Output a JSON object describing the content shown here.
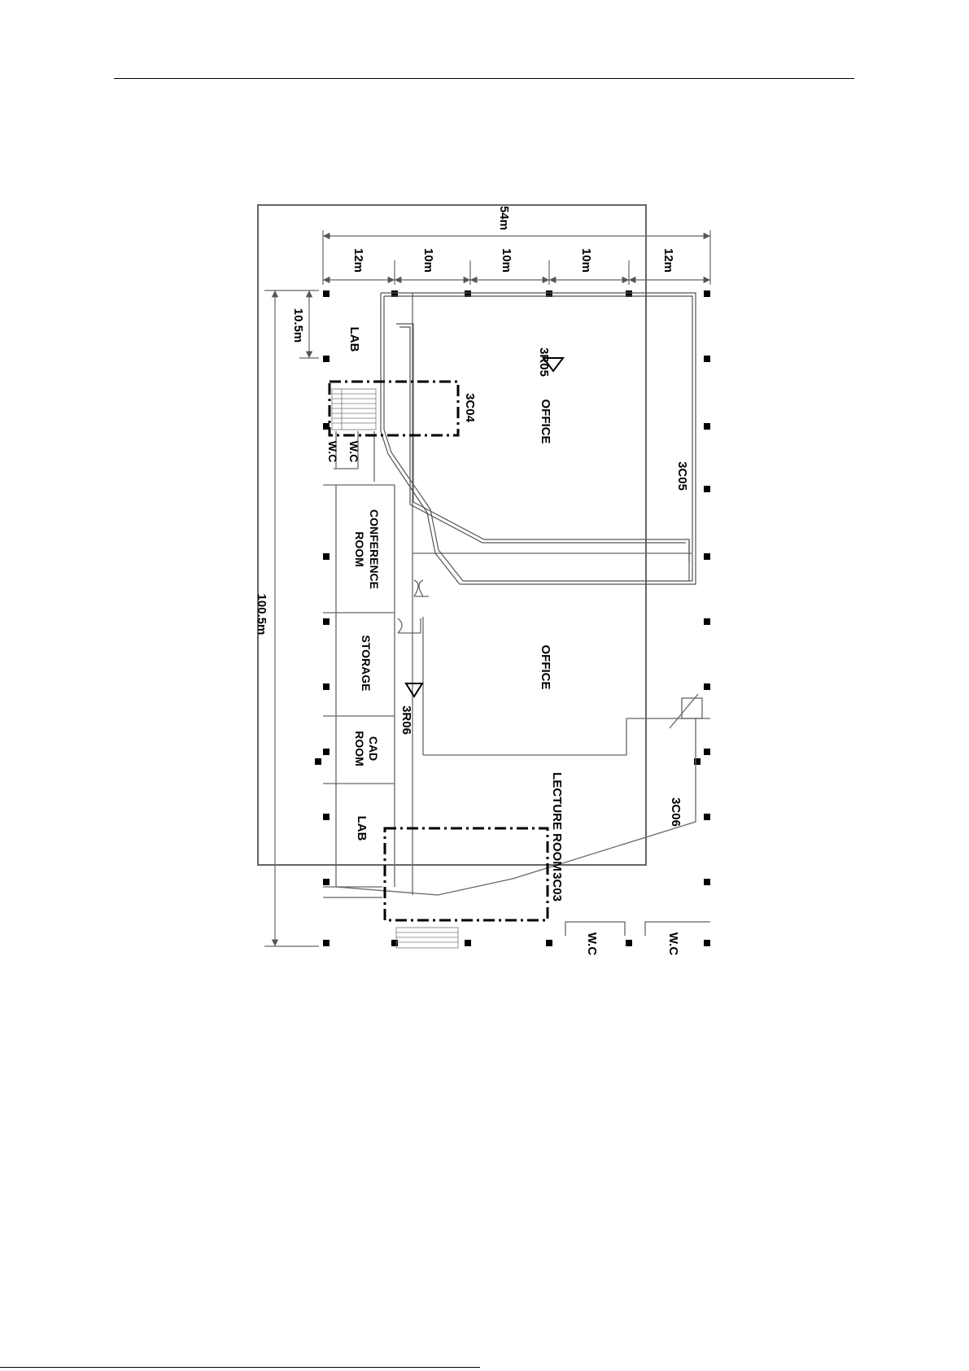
{
  "dimensions": {
    "total_width": "54m",
    "total_length": "100.5m",
    "bays": [
      "12m",
      "10m",
      "10m",
      "10m",
      "12m"
    ],
    "first_row": "10.5m"
  },
  "rooms": {
    "lab_top": "LAB",
    "wc_1": "W.C",
    "wc_2": "W.C",
    "conference_l1": "CONFERENCE",
    "conference_l2": "ROOM",
    "storage": "STORAGE",
    "cad_l1": "CAD",
    "cad_l2": "ROOM",
    "lab_bottom": "LAB",
    "office_top": "OFFICE",
    "office_mid": "OFFICE",
    "lecture": "LECTURE ROOM",
    "wc_bottom_1": "W.C",
    "wc_bottom_2": "W.C"
  },
  "markers": {
    "r05": "3R05",
    "r06": "3R06",
    "c03": "3C03",
    "c04": "3C04",
    "c05": "3C05",
    "c06": "3C06"
  }
}
